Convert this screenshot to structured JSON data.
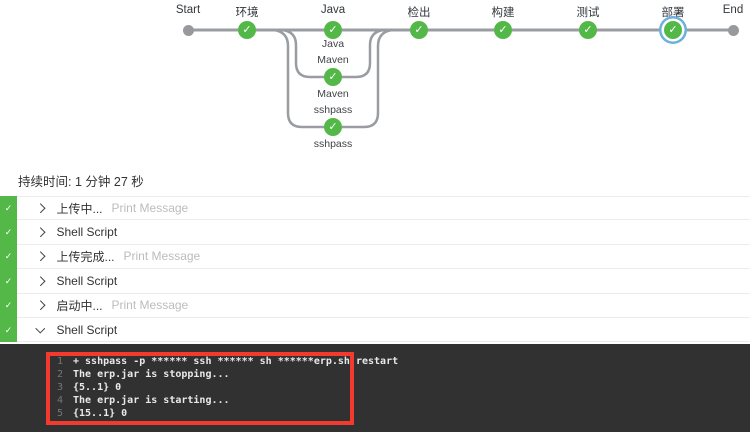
{
  "icons": {
    "check": "✓"
  },
  "colors": {
    "success_green": "#53b848",
    "selected_ring_blue": "#6cb0de",
    "connector_gray": "#999da1",
    "console_bg": "#313131",
    "annotation_red": "#f23a2e"
  },
  "graph": {
    "stages": [
      {
        "label": "Start",
        "kind": "terminal-dot"
      },
      {
        "label": "环境",
        "kind": "success"
      },
      {
        "label": "Java",
        "kind": "success"
      },
      {
        "label": "检出",
        "kind": "success"
      },
      {
        "label": "构建",
        "kind": "success"
      },
      {
        "label": "测试",
        "kind": "success"
      },
      {
        "label": "部署",
        "kind": "success",
        "selected": true
      },
      {
        "label": "End",
        "kind": "terminal-dot"
      }
    ],
    "parallel_branches": [
      {
        "top_label": "",
        "bottom_label": "Java"
      },
      {
        "top_label": "Maven",
        "bottom_label": "Maven"
      },
      {
        "top_label": "sshpass",
        "bottom_label": "sshpass"
      }
    ]
  },
  "duration": {
    "label": "持续时间:",
    "value": "1 分钟 27 秒"
  },
  "steps": [
    {
      "title": "上传中...",
      "subtitle": "Print Message",
      "status": "success",
      "expanded": false
    },
    {
      "title": "Shell Script",
      "subtitle": "",
      "status": "success",
      "expanded": false
    },
    {
      "title": "上传完成...",
      "subtitle": "Print Message",
      "status": "success",
      "expanded": false
    },
    {
      "title": "Shell Script",
      "subtitle": "",
      "status": "success",
      "expanded": false
    },
    {
      "title": "启动中...",
      "subtitle": "Print Message",
      "status": "success",
      "expanded": false
    },
    {
      "title": "Shell Script",
      "subtitle": "",
      "status": "success",
      "expanded": true
    }
  ],
  "console": {
    "lines": [
      {
        "num": "1",
        "text": "+ sshpass -p ****** ssh ****** sh ******erp.sh restart"
      },
      {
        "num": "2",
        "text": "The erp.jar is stopping..."
      },
      {
        "num": "3",
        "text": "{5..1} 0"
      },
      {
        "num": "4",
        "text": "The erp.jar is starting..."
      },
      {
        "num": "5",
        "text": "{15..1} 0"
      }
    ]
  }
}
